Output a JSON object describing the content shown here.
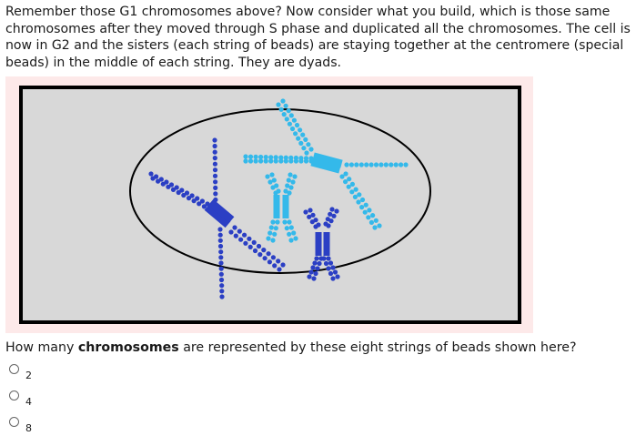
{
  "intro_text": "Remember those G1 chromosomes above? Now consider what you build, which is those same chromosomes after they moved through S phase and duplicated all the chromosomes. The cell is now in G2 and the sisters (each string of beads) are staying together at the centromere (special beads) in the middle of each string. They are dyads.",
  "question": {
    "prefix": "How many ",
    "emphasis": "chromosomes",
    "suffix": " are represented by these eight strings of beads shown here?"
  },
  "options": [
    "2",
    "4",
    "8"
  ],
  "colors": {
    "dark_blue": "#2b3fc4",
    "light_blue": "#34b9ea",
    "panel_bg": "#d8d8d8",
    "figure_bg": "#fde9e9"
  }
}
